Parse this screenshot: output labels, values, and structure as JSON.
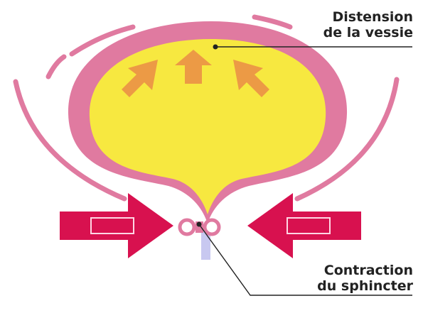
{
  "labels": {
    "distension": {
      "line1": "Distension",
      "line2": "de la vessie"
    },
    "contraction": {
      "line1": "Contraction",
      "line2": "du sphincter"
    }
  },
  "colors": {
    "bladder_wall": "#e07aa0",
    "urine": "#f7e840",
    "pressure_arrows": "#ec9a45",
    "force_arrows": "#d8114f",
    "force_arrows_inner": "#ffd6e4",
    "sphincter": "#e07aa0",
    "urethra": "#c8c8f0",
    "leader_line": "#222222"
  }
}
